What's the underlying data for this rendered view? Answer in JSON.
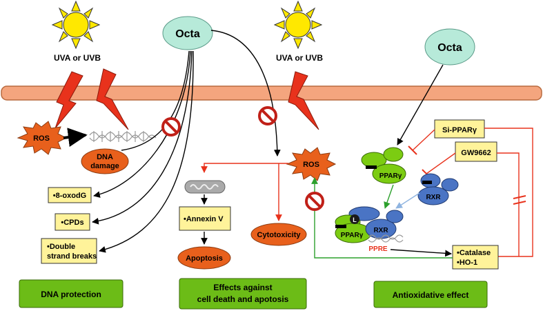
{
  "labels": {
    "uv_left": "UVA or UVB",
    "uv_right": "UVA or UVB",
    "octa_left": "Octa",
    "octa_right": "Octa",
    "ros_left": "ROS",
    "ros_right": "ROS",
    "dna_damage_line1": "DNA",
    "dna_damage_line2": "damage",
    "oxodg": "•8-oxodG",
    "cpds": "•CPDs",
    "dsb_line1": "•Double",
    "dsb_line2": "strand breaks",
    "annexin": "•Annexin V",
    "apoptosis": "Apoptosis",
    "cytotoxicity": "Cytotoxicity",
    "si_ppar": "Si-PPARγ",
    "gw9662": "GW9662",
    "ppar": "PPARγ",
    "rxr": "RXR",
    "ppar_bound": "PPARγ",
    "rxr_bound": "RXR",
    "ligand": "L",
    "ppre": "PPRE",
    "catalase": "•Catalase",
    "ho1": "•HO-1",
    "footer_dna": "DNA protection",
    "footer_death_line1": "Effects against",
    "footer_death_line2": "cell death and apotosis",
    "footer_antiox": "Antioxidative effect"
  },
  "colors": {
    "sun": "#ffe800",
    "membrane": "#f4a57e",
    "octa": "#b7ead9",
    "ros": "#e8601c",
    "lightning": "#e8321c",
    "oval": "#e8601c",
    "yellow_box": "#fff39a",
    "green_protein": "#7ccc12",
    "blue_protein": "#4a74c4",
    "footer": "#6cbc17",
    "inhibit_red": "#e8321c",
    "activate_green": "#2ca02c"
  }
}
